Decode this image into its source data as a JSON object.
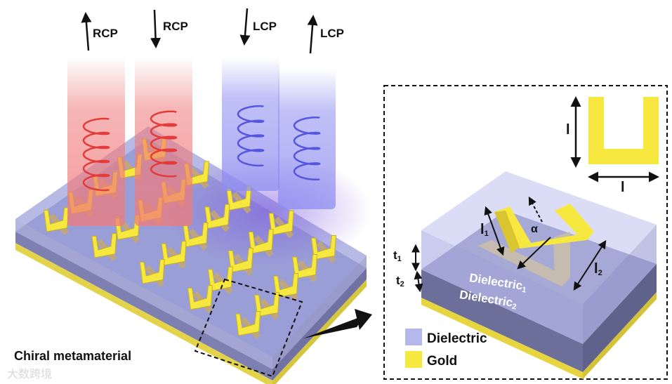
{
  "beams": [
    {
      "label": "RCP",
      "direction": "up",
      "color": "#f07a7a"
    },
    {
      "label": "RCP",
      "direction": "down",
      "color": "#f07a7a"
    },
    {
      "label": "LCP",
      "direction": "down",
      "color": "#8d8df0"
    },
    {
      "label": "LCP",
      "direction": "up",
      "color": "#8d8df0"
    }
  ],
  "main_caption": "Chiral metamaterial",
  "inset": {
    "dim_length": "l",
    "dim_arm1": "l",
    "dim_arm1_sub": "1",
    "dim_arm2": "l",
    "dim_arm2_sub": "2",
    "angle": "α",
    "thickness1": "t",
    "thickness1_sub": "1",
    "thickness2": "t",
    "thickness2_sub": "2",
    "layer1": "Dielectric",
    "layer1_sub": "1",
    "layer2": "Dielectric",
    "layer2_sub": "2"
  },
  "legend": [
    {
      "label": "Dielectric",
      "color": "#b4b8ea"
    },
    {
      "label": "Gold",
      "color": "#f7e840"
    }
  ],
  "watermark": "大数跨境",
  "colors": {
    "gold": "#f7e840",
    "dielectric": "#a9acd9",
    "rcp": "#f07a7a",
    "lcp": "#8d8df0"
  }
}
